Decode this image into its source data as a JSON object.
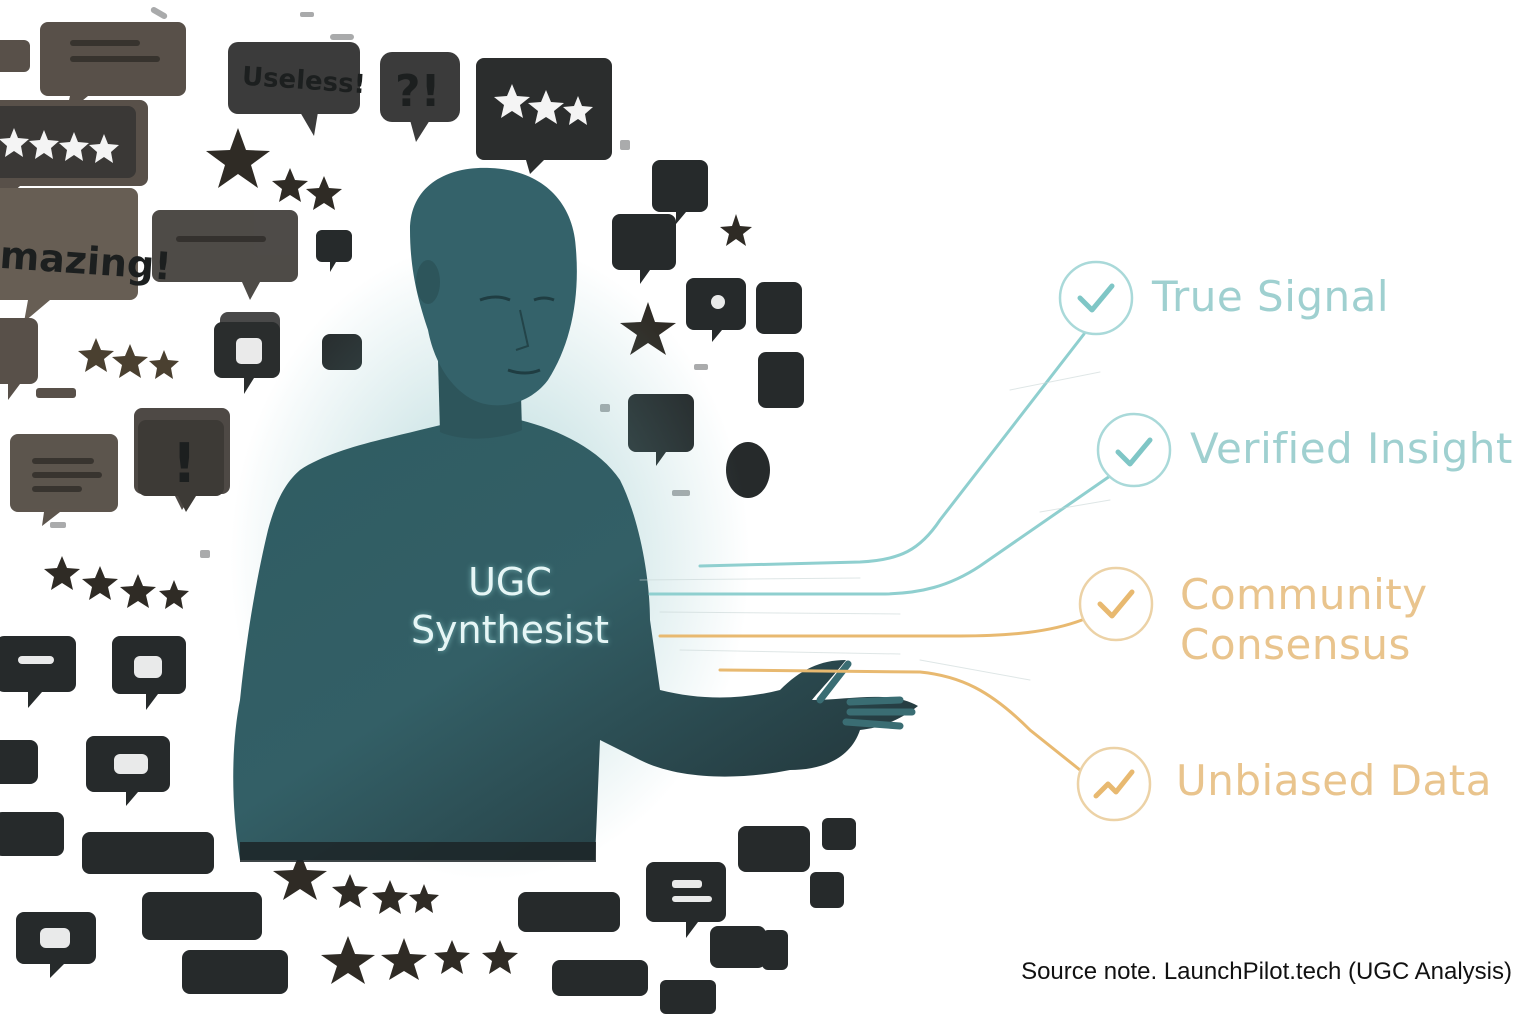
{
  "figure": {
    "label_line1": "UGC",
    "label_line2": "Synthesist"
  },
  "bubbles": [
    {
      "text": "Useless!"
    },
    {
      "text": "?!"
    },
    {
      "text": "mazing!"
    },
    {
      "text": "!"
    }
  ],
  "outcomes": [
    {
      "name": "outcome-true-signal",
      "label": "True Signal",
      "color": "#8fcfcf",
      "icon": "check-icon"
    },
    {
      "name": "outcome-verified-insight",
      "label": "Verified Insight",
      "color": "#8fcfcf",
      "icon": "check-icon"
    },
    {
      "name": "outcome-community-consensus",
      "label_line1": "Community",
      "label_line2": "Consensus",
      "color": "#e8b970",
      "icon": "check-icon"
    },
    {
      "name": "outcome-unbiased-data",
      "label": "Unbiased Data",
      "color": "#e8b970",
      "icon": "trend-icon"
    }
  ],
  "source_note": "Source note. LaunchPilot.tech (UGC Analysis)"
}
